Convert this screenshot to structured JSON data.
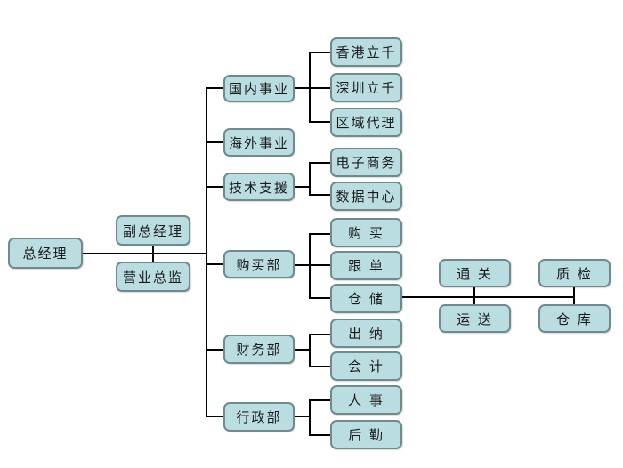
{
  "title": "组织结构图",
  "colors": {
    "node_fill": "#b9dde0",
    "node_border": "#6f8b8e",
    "connector": "#000000"
  },
  "nodes": {
    "ceo": "总经理",
    "vp": "副总经理",
    "sales_director": "营业总监",
    "domestic": "国内事业",
    "hk": "香港立千",
    "sz": "深圳立千",
    "regional_agent": "区域代理",
    "overseas": "海外事业",
    "tech_support": "技术支援",
    "ecommerce": "电子商务",
    "data_center": "数据中心",
    "purchasing_dept": "购买部",
    "purchase": "购 买",
    "follow_up": "跟 单",
    "warehousing": "仓 储",
    "customs": "通 关",
    "transport": "运 送",
    "qc": "质 检",
    "warehouse": "仓 库",
    "finance_dept": "财务部",
    "cashier": "出 纳",
    "accounting": "会 计",
    "admin_dept": "行政部",
    "hr": "人 事",
    "logistics": "后 勤"
  }
}
